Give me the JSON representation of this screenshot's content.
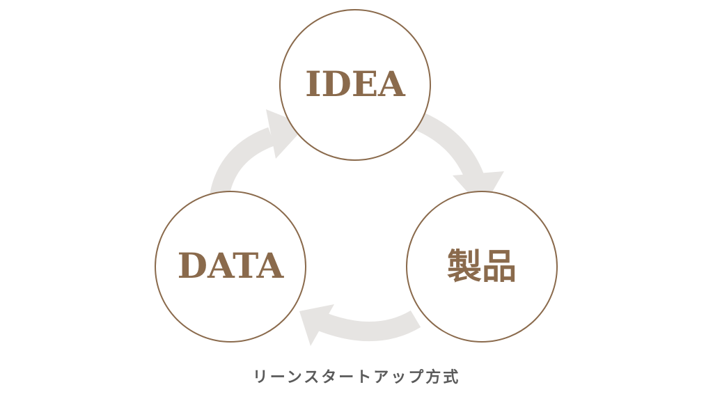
{
  "diagram": {
    "nodes": [
      {
        "id": "idea",
        "label": "IDEA"
      },
      {
        "id": "product",
        "label": "製品"
      },
      {
        "id": "data",
        "label": "DATA"
      }
    ],
    "edges": [
      {
        "from": "idea",
        "to": "product"
      },
      {
        "from": "product",
        "to": "data"
      },
      {
        "from": "data",
        "to": "idea"
      }
    ],
    "caption": "リーンスタートアップ方式"
  },
  "colors": {
    "node_stroke": "#8a6a4c",
    "node_text": "#8a6a4c",
    "arrow_fill": "#e6e4e2",
    "caption_text": "#5a5a5a",
    "background": "#ffffff"
  }
}
